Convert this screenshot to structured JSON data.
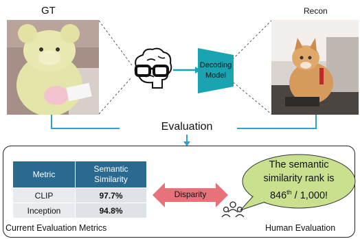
{
  "labels": {
    "gt": "GT",
    "recon": "Recon",
    "decoding_model": "Decoding\nModel",
    "evaluation": "Evaluation",
    "disparity": "Disparity",
    "current_metrics": "Current Evaluation Metrics",
    "human_eval": "Human Evaluation"
  },
  "table": {
    "headers": [
      "Metric",
      "Semantic\nSimilarity"
    ],
    "rows": [
      {
        "metric": "CLIP",
        "value": "97.7%"
      },
      {
        "metric": "Inception",
        "value": "94.8%"
      }
    ]
  },
  "bubble": {
    "line1": "The semantic",
    "line2": "similarity rank is",
    "rank": "846",
    "sup": "th",
    "rest": " / 1,000!"
  },
  "colors": {
    "teal": "#1aa3b0",
    "arrow": "#2f9fd0",
    "disparity": "#e8727a",
    "bubble": "#c9e08e",
    "header": "#2a6a91"
  },
  "icons": [
    "brain-with-glasses-icon",
    "people-group-icon"
  ]
}
